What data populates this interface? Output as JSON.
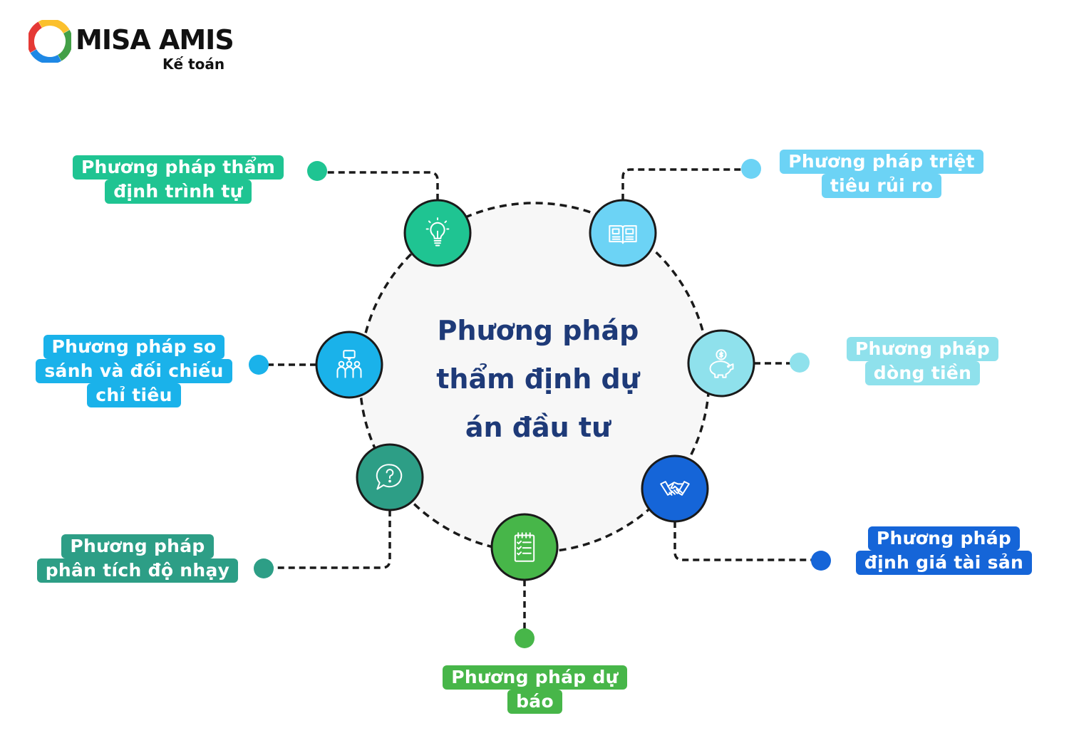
{
  "brand": {
    "name": "MISA AMIS",
    "sub": "Kế toán"
  },
  "center": {
    "title_lines": [
      "Phương pháp",
      "thẩm định dự",
      "án đầu tư"
    ],
    "fill": "#f7f7f7",
    "text_color": "#1e3a78"
  },
  "methods": [
    {
      "label_lines": [
        "Phương pháp thẩm",
        "định trình tự"
      ],
      "color": "#1fc492",
      "icon": "lightbulb-icon"
    },
    {
      "label_lines": [
        "Phương pháp triệt",
        "tiêu rủi ro"
      ],
      "color": "#6cd3f5",
      "icon": "open-book-icon"
    },
    {
      "label_lines": [
        "Phương pháp so",
        "sánh và đối chiếu",
        "chỉ tiêu"
      ],
      "color": "#1ab2ea",
      "icon": "team-meeting-icon"
    },
    {
      "label_lines": [
        "Phương pháp",
        "dòng tiền"
      ],
      "color": "#8fe1ec",
      "icon": "piggy-bank-icon"
    },
    {
      "label_lines": [
        "Phương pháp",
        "phân tích độ nhạy"
      ],
      "color": "#2d9e86",
      "icon": "question-bubble-icon"
    },
    {
      "label_lines": [
        "Phương pháp",
        "định giá tài sản"
      ],
      "color": "#1565d8",
      "icon": "handshake-icon"
    },
    {
      "label_lines": [
        "Phương pháp dự",
        "báo"
      ],
      "color": "#47b649",
      "icon": "checklist-icon"
    }
  ]
}
